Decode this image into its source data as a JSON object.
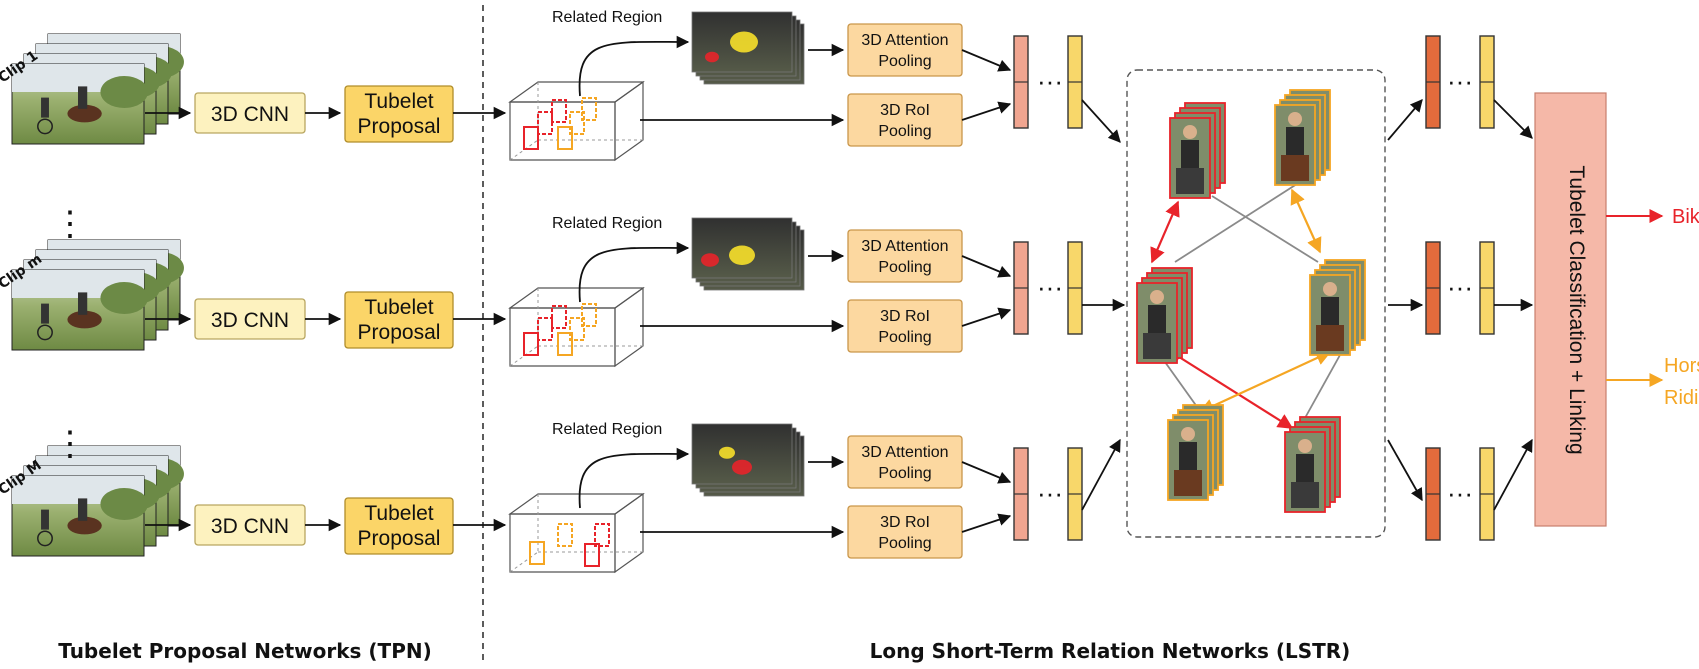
{
  "clips": [
    {
      "label": "Clip 1"
    },
    {
      "label": "Clip m"
    },
    {
      "label": "Clip M"
    }
  ],
  "ellipsis_vertical": "⋮",
  "cnn_label": "3D CNN",
  "proposal_label_line1": "Tubelet",
  "proposal_label_line2": "Proposal",
  "related_region_label": "Related Region",
  "attention_pool_line1": "3D Attention",
  "attention_pool_line2": "Pooling",
  "roi_pool_line1": "3D RoI",
  "roi_pool_line2": "Pooling",
  "feature_dots": "···",
  "classifier_label": "Tubelet Classification + Linking",
  "outputs": {
    "biking": "Biking",
    "horse_riding_line1": "Horse",
    "horse_riding_line2": "Riding"
  },
  "sections": {
    "tpn": "Tubelet Proposal Networks (TPN)",
    "lstr": "Long Short-Term Relation Networks (LSTR)"
  },
  "colors": {
    "cnn_fill": "#fdf2bf",
    "proposal_fill": "#fbd568",
    "pool_fill": "#fcd8a0",
    "feat_pink": "#f0a590",
    "feat_yellow": "#f8d76a",
    "feat_orange": "#e36b3c",
    "classifier_fill": "#f5b8a8",
    "red": "#e8232a",
    "orange": "#f5a623",
    "gray": "#8a8a8a"
  }
}
